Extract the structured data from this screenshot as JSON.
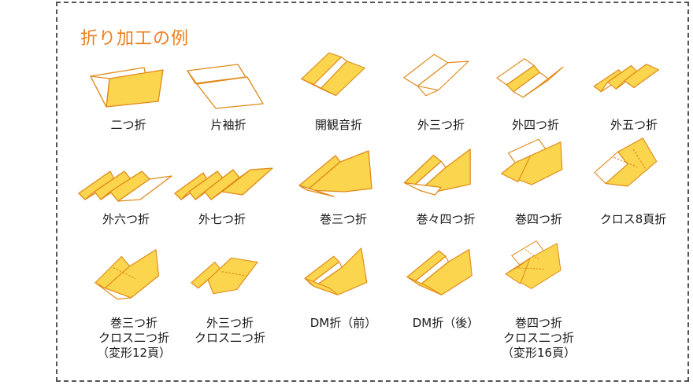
{
  "title": "折り加工の例",
  "colors": {
    "accent": "#ee7d1a",
    "fill": "#fad54d",
    "stroke": "#e08a1a",
    "paper": "#ffffff"
  },
  "items": [
    {
      "label": "二つ折",
      "icon": "two-fold"
    },
    {
      "label": "片袖折",
      "icon": "one-sleeve-fold"
    },
    {
      "label": "開観音折",
      "icon": "open-gate-fold"
    },
    {
      "label": "外三つ折",
      "icon": "outer-tri-fold"
    },
    {
      "label": "外四つ折",
      "icon": "outer-four-fold"
    },
    {
      "label": "外五つ折",
      "icon": "outer-five-fold"
    },
    {
      "label": "外六つ折",
      "icon": "outer-six-fold"
    },
    {
      "label": "外七つ折",
      "icon": "outer-seven-fold"
    },
    {
      "label": "巻三つ折",
      "icon": "roll-tri-fold"
    },
    {
      "label": "巻々四つ折",
      "icon": "double-roll-four-fold"
    },
    {
      "label": "巻四つ折",
      "icon": "roll-four-fold"
    },
    {
      "label": "クロス8頁折",
      "icon": "cross-8-page-fold"
    },
    {
      "label": "巻三つ折\nクロス二つ折\n（変形12頁）",
      "icon": "roll-tri-cross-fold"
    },
    {
      "label": "外三つ折\nクロス二つ折",
      "icon": "outer-tri-cross-fold"
    },
    {
      "label": "DM折（前）",
      "icon": "dm-fold-front"
    },
    {
      "label": "DM折（後）",
      "icon": "dm-fold-back"
    },
    {
      "label": "巻四つ折\nクロス二つ折\n（変形16頁）",
      "icon": "roll-four-cross-fold"
    }
  ]
}
